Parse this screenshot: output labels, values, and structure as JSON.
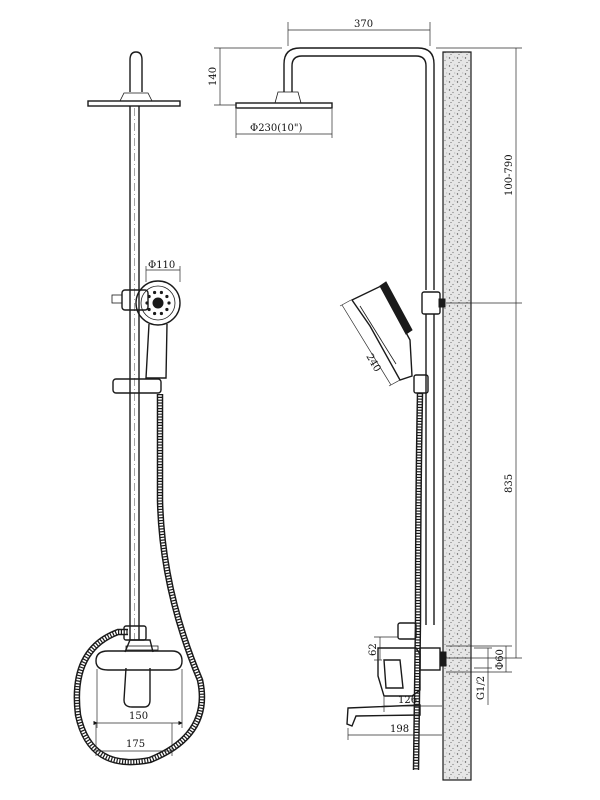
{
  "dimensions": {
    "overhead_arm": "370",
    "head_height": "140",
    "head_diameter": "Φ230(10\")",
    "height_adjust": "100-790",
    "hand_shower_diameter": "Φ110",
    "hand_shower_length": "240",
    "riser_height": "835",
    "mixer_offset": "62",
    "outlet_diameter": "Φ60",
    "thread": "G1/2",
    "mixer_projection": "126",
    "spout_projection": "198",
    "inlet_spacing": "150",
    "inlet_spacing_max": "175"
  },
  "colors": {
    "line": "#1a1a1a",
    "wall_fill": "#d9d9d9"
  }
}
